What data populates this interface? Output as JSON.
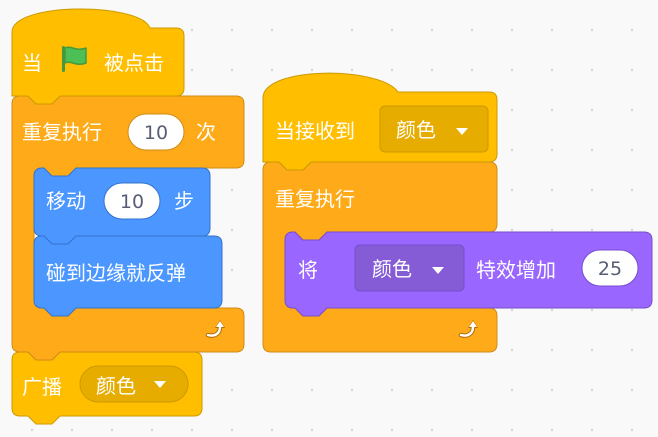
{
  "colors": {
    "events": "#ffbf00",
    "events_dark": "#e6ac00",
    "events_stroke": "#cc9900",
    "control": "#ffab19",
    "control_stroke": "#cf8b17",
    "motion": "#4c97ff",
    "motion_stroke": "#3373cc",
    "looks": "#9966ff",
    "looks_stroke": "#774dcb",
    "flag": "#4cbf56"
  },
  "script1": {
    "hat": {
      "prefix": "当",
      "icon": "green-flag-icon",
      "suffix": "被点击"
    },
    "repeat": {
      "label": "重复执行",
      "count": "10",
      "unit": "次",
      "icon": "repeat-arrow-icon"
    },
    "move": {
      "label": "移动",
      "steps": "10",
      "unit": "步"
    },
    "bounce": {
      "label": "碰到边缘就反弹"
    },
    "broadcast": {
      "label": "广播",
      "message": "颜色",
      "icon": "dropdown-arrow-icon"
    }
  },
  "script2": {
    "hat": {
      "label": "当接收到",
      "message": "颜色",
      "icon": "dropdown-arrow-icon"
    },
    "forever": {
      "label": "重复执行",
      "icon": "repeat-arrow-icon"
    },
    "effect": {
      "verb": "将",
      "effect": "颜色",
      "action": "特效增加",
      "amount": "25",
      "icon": "dropdown-arrow-icon"
    }
  }
}
